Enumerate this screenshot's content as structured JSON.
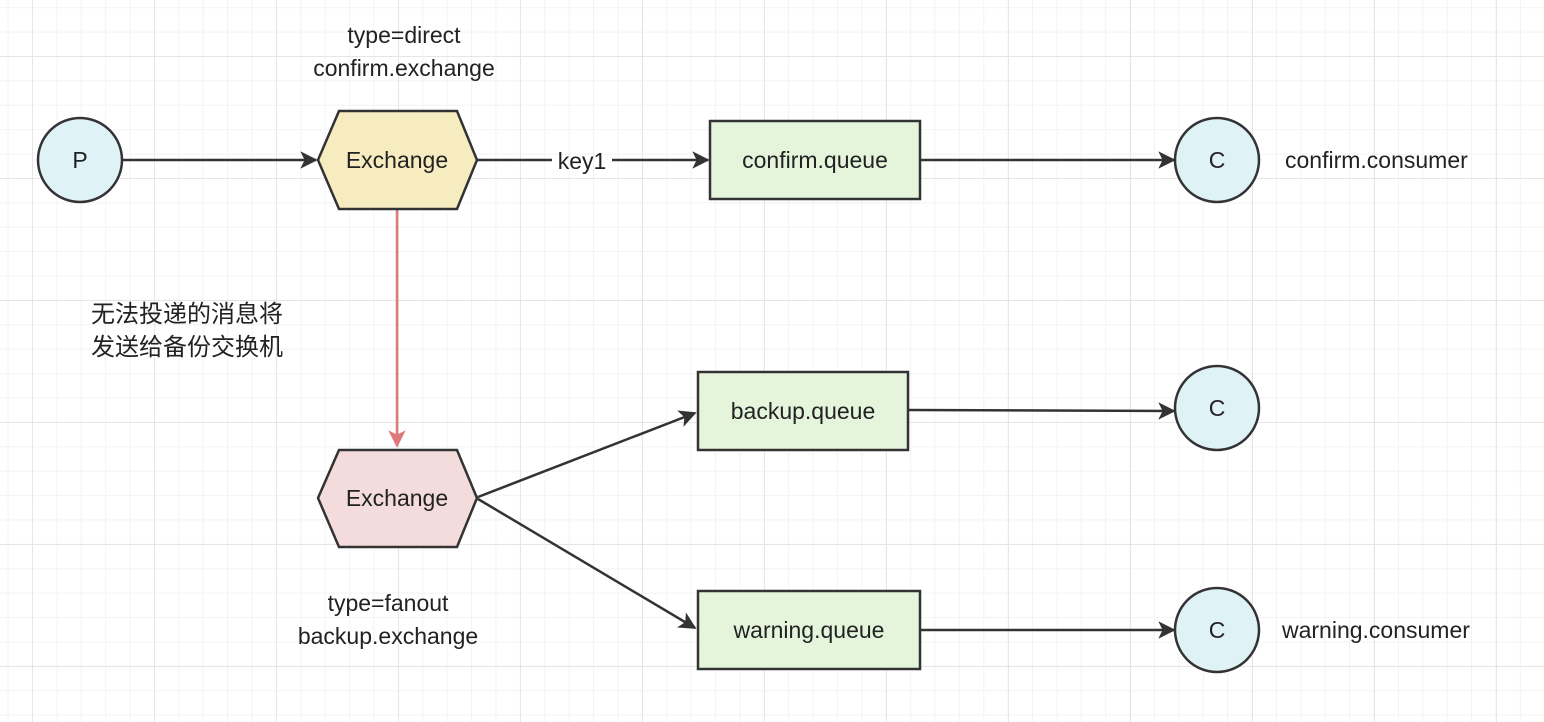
{
  "colors": {
    "circle_fill": "#dff3f6",
    "queue_fill": "#e4f5dc",
    "exchange_direct_fill": "#f7ecbf",
    "exchange_fanout_fill": "#f4dcdc",
    "stroke": "#333333",
    "red_edge": "#e07a7a"
  },
  "producer": {
    "label": "P"
  },
  "direct_exchange": {
    "label": "Exchange",
    "type_text": "type=direct",
    "name_text": "confirm.exchange"
  },
  "routing_key": "key1",
  "confirm_queue": {
    "label": "confirm.queue"
  },
  "confirm_consumer": {
    "label": "C",
    "name_text": "confirm.consumer"
  },
  "backup_note": {
    "line1": "无法投递的消息将",
    "line2": "发送给备份交换机"
  },
  "fanout_exchange": {
    "label": "Exchange",
    "type_text": "type=fanout",
    "name_text": "backup.exchange"
  },
  "backup_queue": {
    "label": "backup.queue"
  },
  "backup_consumer": {
    "label": "C"
  },
  "warning_queue": {
    "label": "warning.queue"
  },
  "warning_consumer": {
    "label": "C",
    "name_text": "warning.consumer"
  }
}
